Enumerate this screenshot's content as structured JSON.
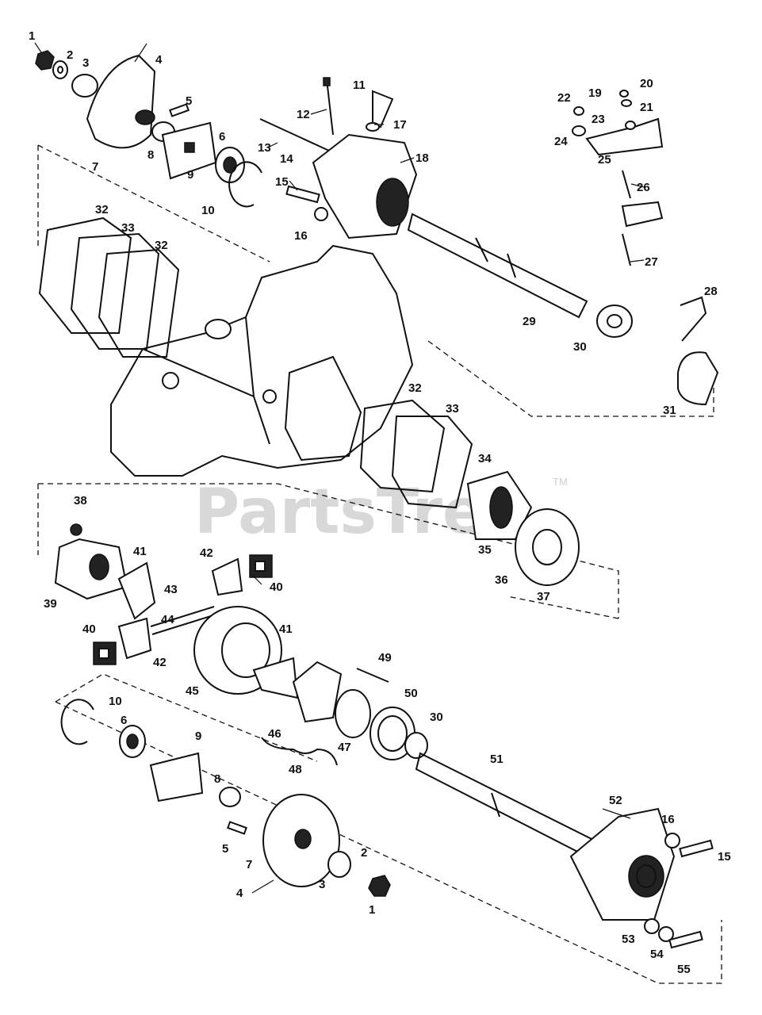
{
  "watermark": {
    "text": "PartsTree",
    "trademark": "TM"
  },
  "labels": [
    "1",
    "2",
    "3",
    "4",
    "5",
    "6",
    "7",
    "8",
    "9",
    "10",
    "11",
    "12",
    "13",
    "14",
    "15",
    "16",
    "17",
    "18",
    "19",
    "20",
    "21",
    "22",
    "23",
    "24",
    "25",
    "26",
    "27",
    "28",
    "29",
    "30",
    "31",
    "32",
    "33",
    "32",
    "32",
    "33",
    "34",
    "35",
    "36",
    "37",
    "38",
    "39",
    "40",
    "41",
    "42",
    "43",
    "44",
    "40",
    "42",
    "45",
    "41",
    "49",
    "46",
    "47",
    "50",
    "30",
    "48",
    "10",
    "6",
    "9",
    "8",
    "5",
    "7",
    "4",
    "3",
    "2",
    "1",
    "51",
    "52",
    "16",
    "15",
    "53",
    "54",
    "55"
  ]
}
